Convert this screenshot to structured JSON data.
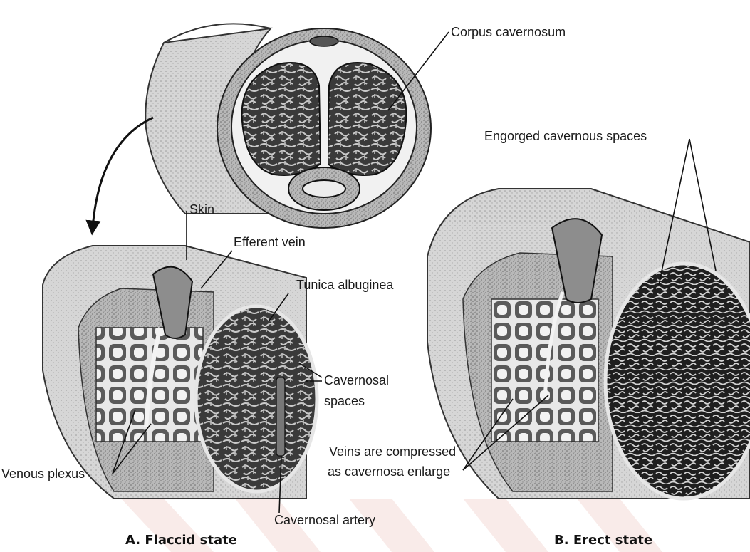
{
  "labels": {
    "corpus_cavernosum": "Corpus cavernosum",
    "engorged_spaces": "Engorged cavernous spaces",
    "skin": "Skin",
    "efferent_vein": "Efferent vein",
    "tunica_albuginea": "Tunica albuginea",
    "cavernosal_spaces_line1": "Cavernosal",
    "cavernosal_spaces_line2": "spaces",
    "veins_compressed_line1": "Veins are compressed",
    "veins_compressed_line2": "as cavernosa enlarge",
    "venous_plexus": "Venous plexus",
    "cavernosal_artery": "Cavernosal artery"
  },
  "captions": {
    "flaccid": "A. Flaccid state",
    "erect": "B. Erect state"
  },
  "colors": {
    "tissue_dark": "#2b2b2b",
    "tissue_mid": "#8a8a8a",
    "skin_light": "#bdbdbd",
    "watermark": "#c0392b"
  }
}
